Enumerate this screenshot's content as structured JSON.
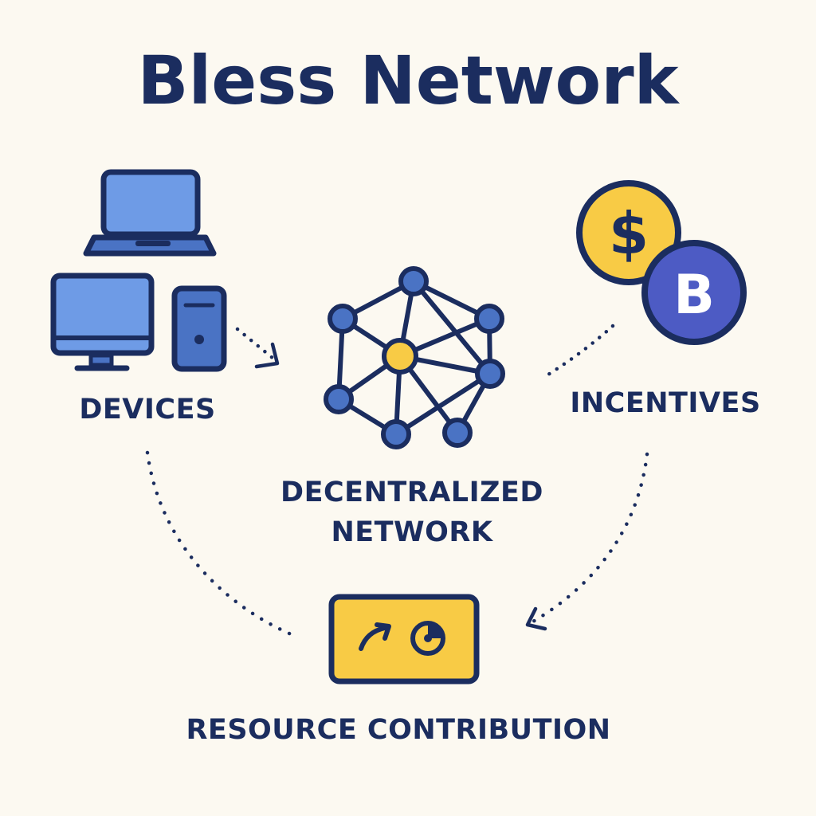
{
  "title": "Bless Network",
  "labels": {
    "devices": "DEVICES",
    "network_line1": "DECENTRALIZED",
    "network_line2": "NETWORK",
    "incentives": "INCENTIVES",
    "resource": "RESOURCE CONTRIBUTION"
  },
  "coins": {
    "dollar": "$",
    "bless": "B"
  },
  "icons": [
    "laptop-icon",
    "monitor-icon",
    "tower-pc-icon",
    "network-graph-icon",
    "dollar-coin-icon",
    "b-token-icon",
    "resource-card-icon"
  ],
  "colors": {
    "background": "#fcf9f1",
    "navy": "#1b2d5f",
    "blue": "#6e9be6",
    "node_blue": "#4a73c4",
    "yellow": "#f8cb45",
    "purple": "#4d5bc4"
  }
}
